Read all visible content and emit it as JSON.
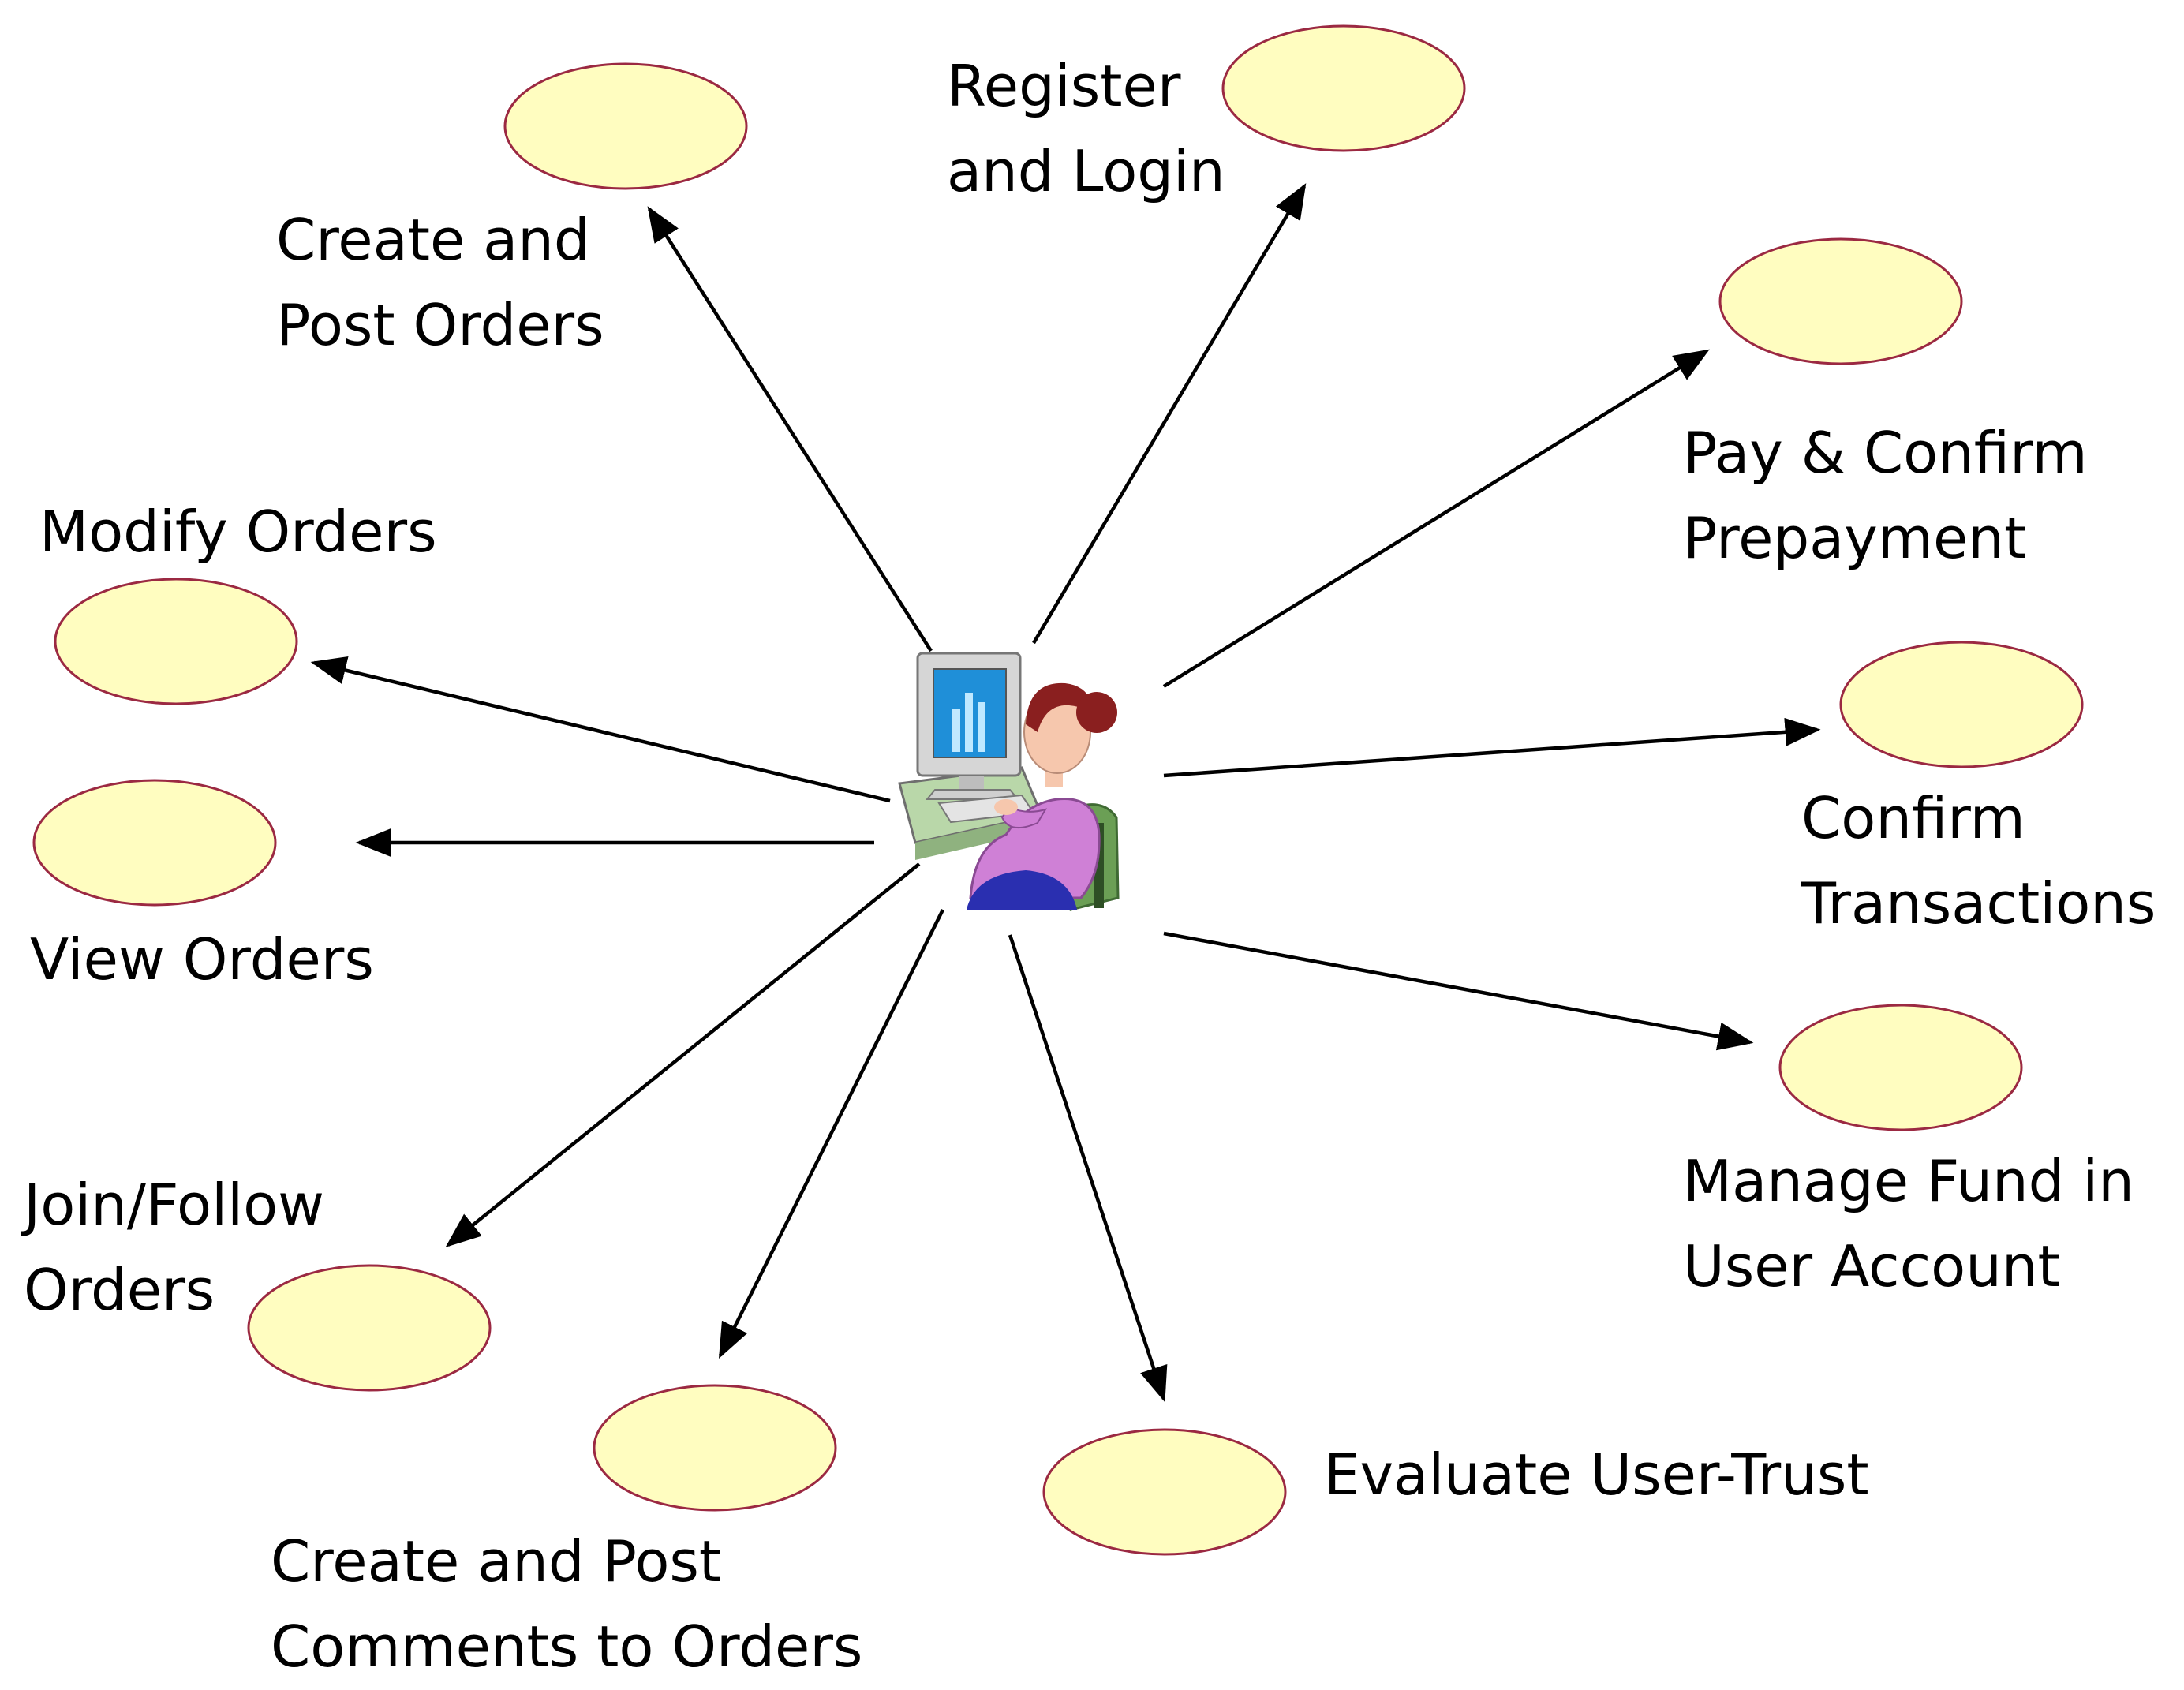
{
  "actor": {
    "icon": "computer-user-icon"
  },
  "colors": {
    "usecase_fill": "#fffdc0",
    "usecase_stroke": "#9b2942",
    "arrow": "#000000"
  },
  "use_cases": {
    "create_post_orders": {
      "lines": [
        "Create and",
        "Post Orders"
      ]
    },
    "register_login": {
      "lines": [
        "Register",
        "and Login"
      ]
    },
    "pay_confirm_prepayment": {
      "lines": [
        "Pay & Confirm",
        "Prepayment"
      ]
    },
    "modify_orders": {
      "lines": [
        "Modify Orders"
      ]
    },
    "view_orders": {
      "lines": [
        "View Orders"
      ]
    },
    "confirm_transactions": {
      "lines": [
        "Confirm",
        "Transactions"
      ]
    },
    "manage_fund": {
      "lines": [
        "Manage Fund in",
        "User Account"
      ]
    },
    "join_follow_orders": {
      "lines": [
        "Join/Follow",
        "Orders"
      ]
    },
    "create_post_comments": {
      "lines": [
        "Create and Post",
        "Comments to Orders"
      ]
    },
    "evaluate_user_trust": {
      "lines": [
        "Evaluate User-Trust"
      ]
    }
  }
}
